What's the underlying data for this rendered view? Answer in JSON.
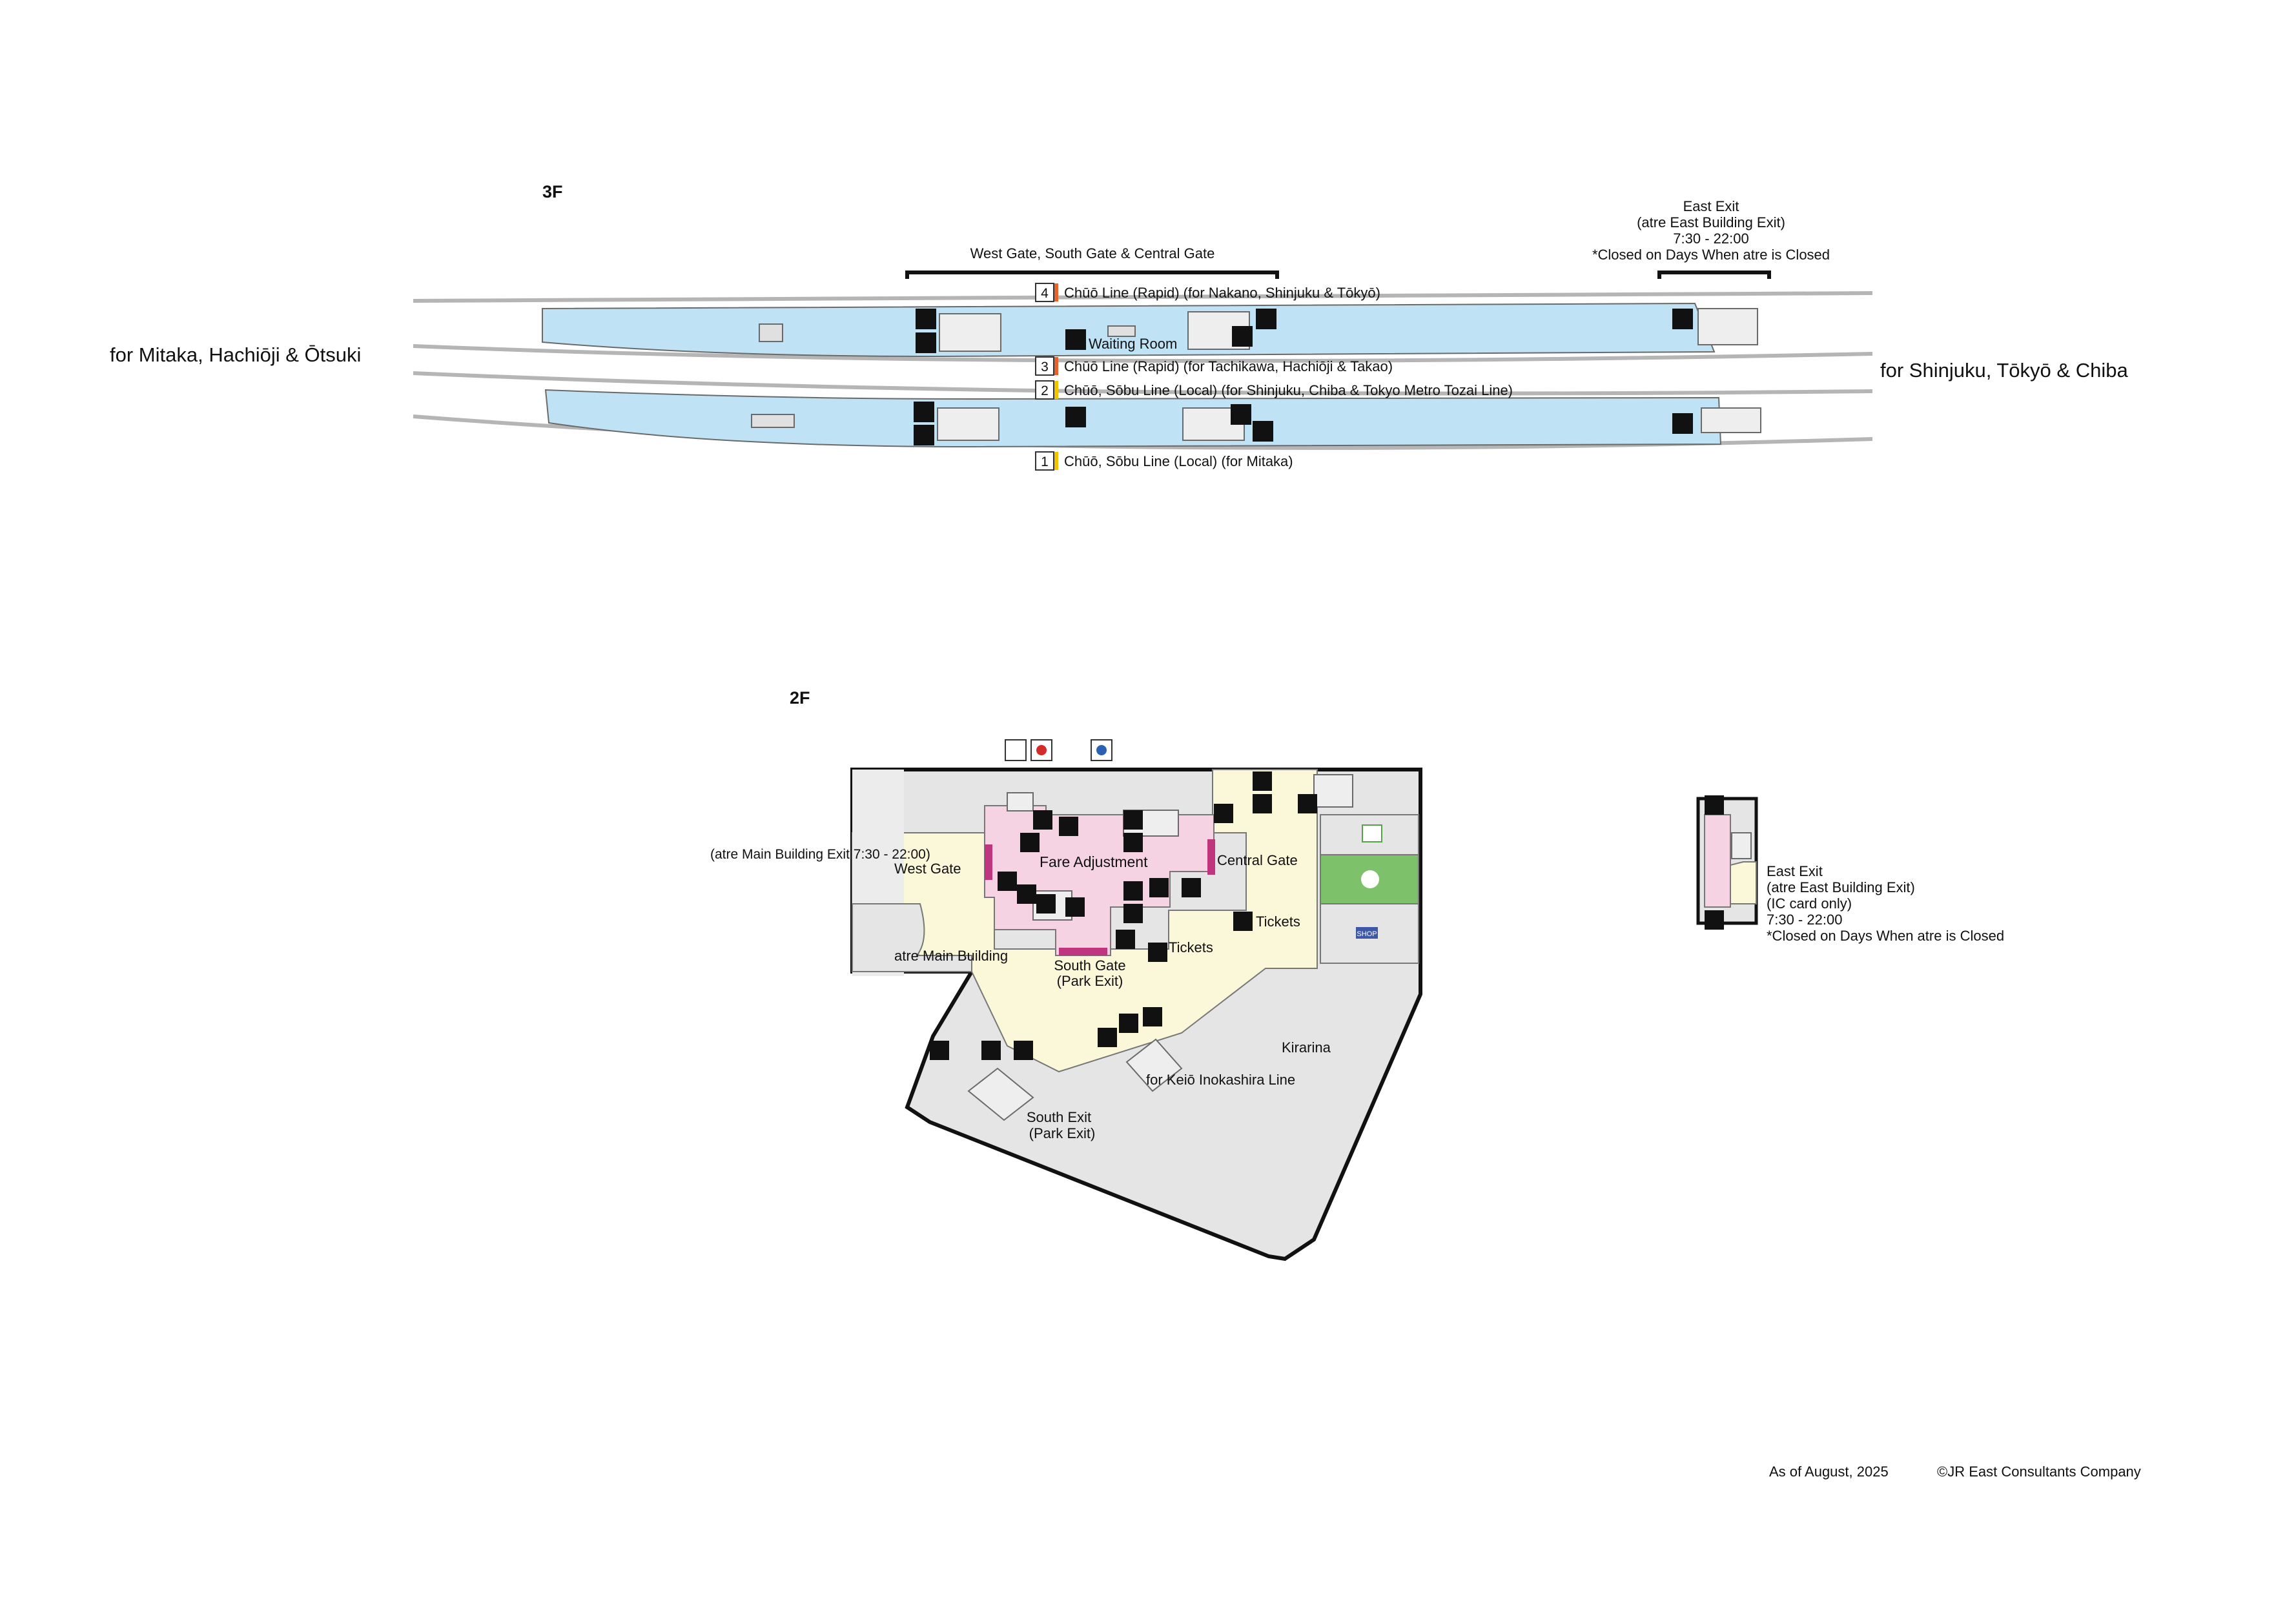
{
  "floors": {
    "f3": {
      "label": "3F"
    },
    "f2": {
      "label": "2F"
    }
  },
  "directions": {
    "west": "for Mitaka, Hachiōji & Ōtsuki",
    "east": "for Shinjuku, Tōkyō & Chiba"
  },
  "gates3f": {
    "west_group": "West Gate, South Gate & Central Gate",
    "east_exit": {
      "line1": "East Exit",
      "line2": "(atre East Building Exit)",
      "line3": "7:30 - 22:00",
      "line4": "*Closed on Days When atre is Closed"
    }
  },
  "tracks": [
    {
      "number": "4",
      "label": "Chūō Line (Rapid)  (for Nakano, Shinjuku & Tōkyō)",
      "color": "#e8622c"
    },
    {
      "number": "3",
      "label": "Chūō Line (Rapid)  (for Tachikawa, Hachiōji & Takao)",
      "color": "#e8622c"
    },
    {
      "number": "2",
      "label": "Chūō, Sōbu Line (Local)  (for Shinjuku, Chiba & Tokyo Metro Tozai Line)",
      "color": "#f3c300"
    },
    {
      "number": "1",
      "label": "Chūō, Sōbu Line (Local)  (for Mitaka)",
      "color": "#f3c300"
    }
  ],
  "facilities3f": {
    "waiting_room": "Waiting Room"
  },
  "f2labels": {
    "fare_adjustment": "Fare Adjustment",
    "atre_exit": "(atre Main Building Exit 7:30 - 22:00)",
    "west_gate": "West Gate",
    "central_gate": "Central Gate",
    "tickets_right": "Tickets",
    "tickets_center": "Tickets",
    "atre_main": "atre Main Building",
    "south_gate_1": "South Gate",
    "south_gate_2": "(Park Exit)",
    "kirarina": "Kirarina",
    "keio": "for Keiō Inokashira Line",
    "south_exit_1": "South Exit",
    "south_exit_2": "(Park Exit)",
    "shop_badge": "SHOP"
  },
  "east_exit_2f": {
    "line1": "East Exit",
    "line2": "(atre East Building Exit)",
    "line3": "(IC card only)",
    "line4": "7:30 - 22:00",
    "line5": "*Closed on Days When atre is Closed"
  },
  "footer": {
    "as_of": "As of August, 2025",
    "copyright": "©JR East Consultants Company"
  },
  "colors": {
    "platform": "#bfe3f5",
    "paid_area": "#f6d3e3",
    "concourse": "#fbf7d9",
    "building": "#e5e5e5",
    "green_shop": "#7dc26b",
    "icon_bg": "#111111"
  }
}
